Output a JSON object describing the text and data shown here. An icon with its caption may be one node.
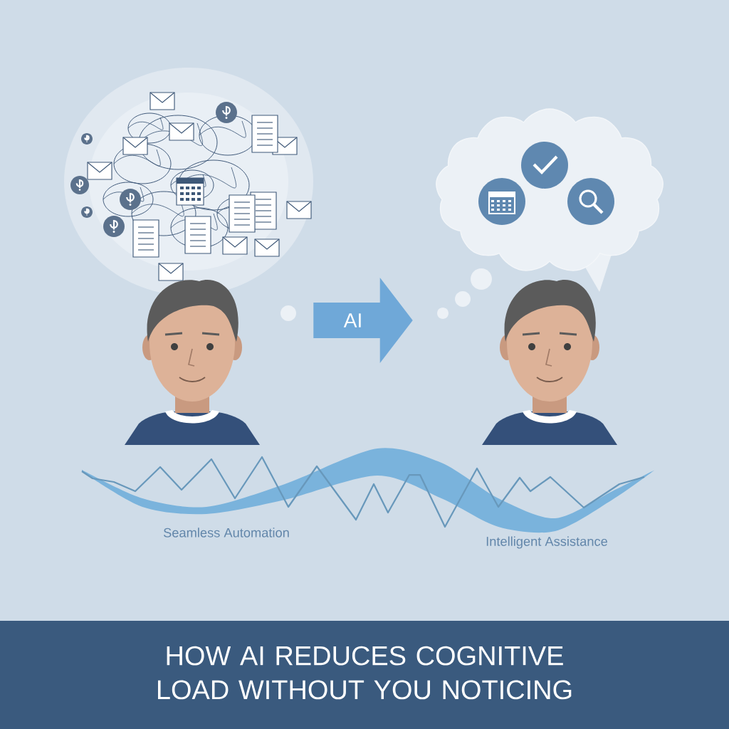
{
  "diagram": {
    "title": "HOW AI REDUCES COGNITIVE LOAD WITHOUT YOU NOTICING",
    "nodes": [
      {
        "text": [],
        "shape": "person"
      },
      {
        "text": [],
        "shape": "person"
      },
      {
        "text": [],
        "shape": "cloud"
      }
    ],
    "edges": [
      {
        "from": 0,
        "to": 1,
        "arrow": "to",
        "label": "AI",
        "style": "thick"
      }
    ],
    "labels": [
      "Seamless Automation",
      "Intelligent Assistance"
    ]
  }
}
